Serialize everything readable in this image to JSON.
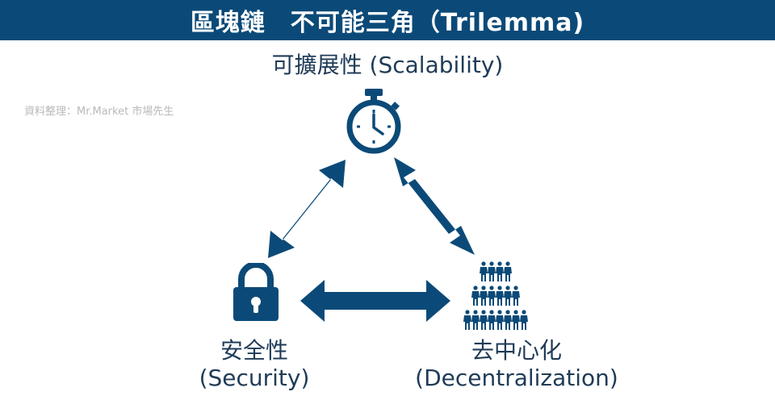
{
  "title": "區塊鏈　不可能三角（Trilemma)",
  "credit": "資料整理：Mr.Market 市場先生",
  "nodes": {
    "scalability": "可擴展性 (Scalability)",
    "security_zh": "安全性",
    "security_en": "(Security)",
    "decentralization_zh": "去中心化",
    "decentralization_en": "(Decentralization)"
  },
  "icons": {
    "scalability": "stopwatch-icon",
    "security": "padlock-icon",
    "decentralization": "people-pyramid-icon"
  },
  "colors": {
    "primary": "#0b4a78",
    "text": "#1f3b57",
    "credit": "#b9b9b9"
  }
}
